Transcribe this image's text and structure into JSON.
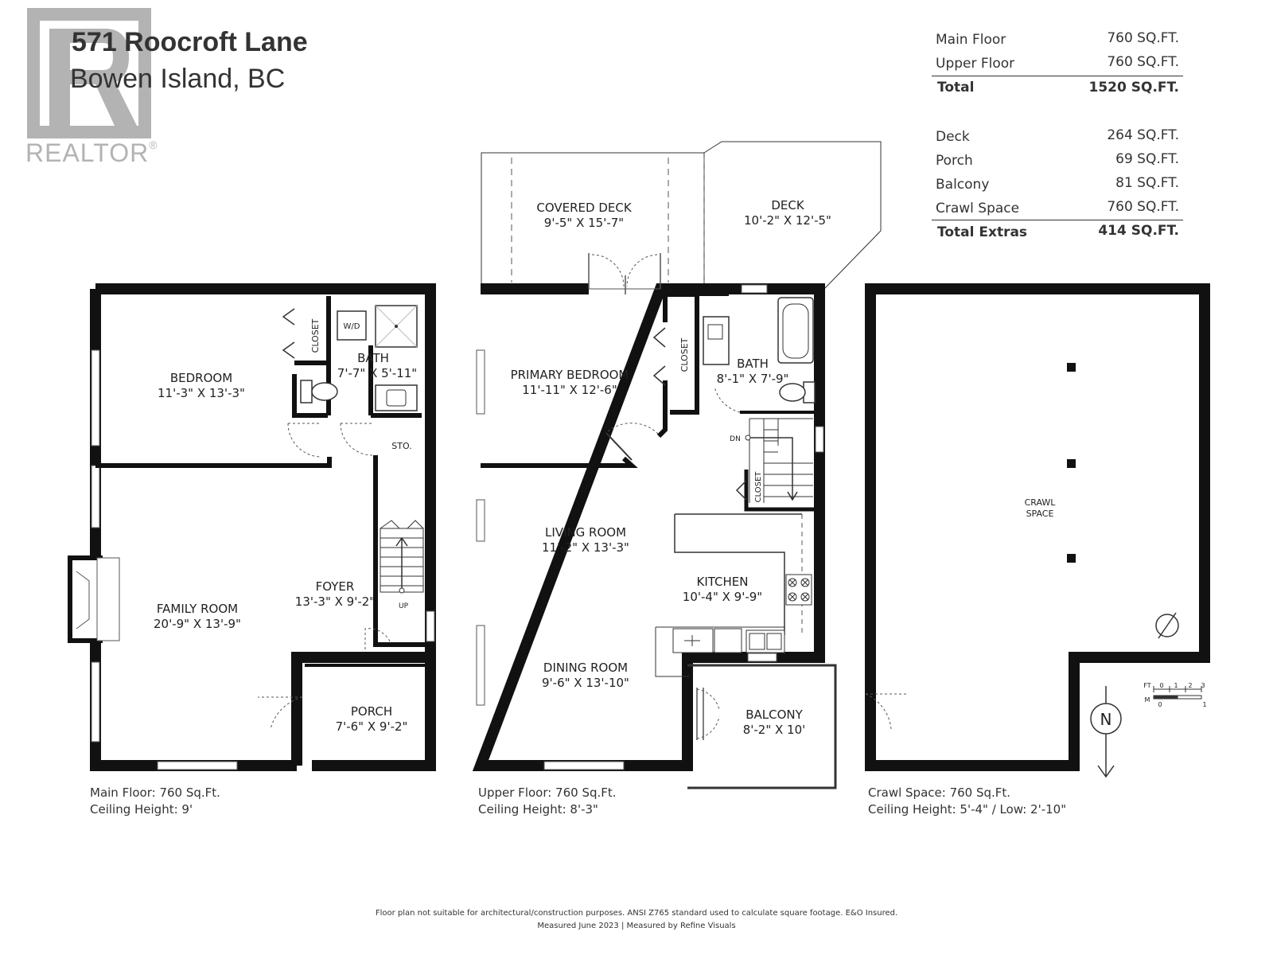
{
  "header": {
    "address": "571 Roocroft Lane",
    "city": "Bowen Island, BC",
    "logo_text": "REALTOR",
    "logo_mark": "®"
  },
  "summary": {
    "areas": [
      {
        "label": "Main Floor",
        "value": "760 SQ.FT."
      },
      {
        "label": "Upper Floor",
        "value": "760 SQ.FT."
      }
    ],
    "total": {
      "label": "Total",
      "value": "1520 SQ.FT."
    },
    "extras": [
      {
        "label": "Deck",
        "value": "264 SQ.FT."
      },
      {
        "label": "Porch",
        "value": "69 SQ.FT."
      },
      {
        "label": "Balcony",
        "value": "81 SQ.FT."
      },
      {
        "label": "Crawl Space",
        "value": "760 SQ.FT."
      }
    ],
    "total_extras": {
      "label": "Total Extras",
      "value": "414 SQ.FT."
    }
  },
  "rooms": {
    "bedroom": {
      "name": "BEDROOM",
      "size": "11'-3\" X 13'-3\""
    },
    "closet_main": {
      "name": "CLOSET"
    },
    "wd": {
      "name": "W/D"
    },
    "bath_main": {
      "name": "BATH",
      "size": "7'-7\" X 5'-11\""
    },
    "sto": {
      "name": "STO."
    },
    "family_room": {
      "name": "FAMILY ROOM",
      "size": "20'-9\" X 13'-9\""
    },
    "foyer": {
      "name": "FOYER",
      "size": "13'-3\" X 9'-2\""
    },
    "up": {
      "name": "UP"
    },
    "porch": {
      "name": "PORCH",
      "size": "7'-6\" X 9'-2\""
    },
    "covered_deck": {
      "name": "COVERED DECK",
      "size": "9'-5\" X 15'-7\""
    },
    "deck": {
      "name": "DECK",
      "size": "10'-2\" X 12'-5\""
    },
    "primary_bedroom": {
      "name": "PRIMARY BEDROOM",
      "size": "11'-11\" X 12'-6\""
    },
    "closet_upper": {
      "name": "CLOSET"
    },
    "bath_upper": {
      "name": "BATH",
      "size": "8'-1\" X 7'-9\""
    },
    "dn": {
      "name": "DN"
    },
    "closet_stair": {
      "name": "CLOSET"
    },
    "living_room": {
      "name": "LIVING ROOM",
      "size": "11'-2\" X 13'-3\""
    },
    "kitchen": {
      "name": "KITCHEN",
      "size": "10'-4\" X 9'-9\""
    },
    "dining_room": {
      "name": "DINING ROOM",
      "size": "9'-6\" X 13'-10\""
    },
    "balcony": {
      "name": "BALCONY",
      "size": "8'-2\" X 10'"
    },
    "crawl": {
      "line1": "CRAWL",
      "line2": "SPACE"
    }
  },
  "scale": {
    "ft_label": "FT",
    "m_label": "M",
    "ft_ticks": [
      "0",
      "1",
      "2",
      "3"
    ],
    "m_ticks": [
      "0",
      "1"
    ]
  },
  "compass": {
    "label": "N"
  },
  "floors": {
    "main": {
      "area": "Main Floor: 760 Sq.Ft.",
      "ceiling": "Ceiling Height: 9'"
    },
    "upper": {
      "area": "Upper Floor: 760 Sq.Ft.",
      "ceiling": "Ceiling Height: 8'-3\""
    },
    "crawl": {
      "area": "Crawl Space: 760 Sq.Ft.",
      "ceiling": "Ceiling Height: 5'-4\" / Low: 2'-10\""
    }
  },
  "footer": {
    "line1": "Floor plan not suitable for architectural/construction purposes. ANSI Z765 standard used to calculate square footage. E&O Insured.",
    "line2": "Measured June 2023 | Measured by Refine Visuals"
  }
}
